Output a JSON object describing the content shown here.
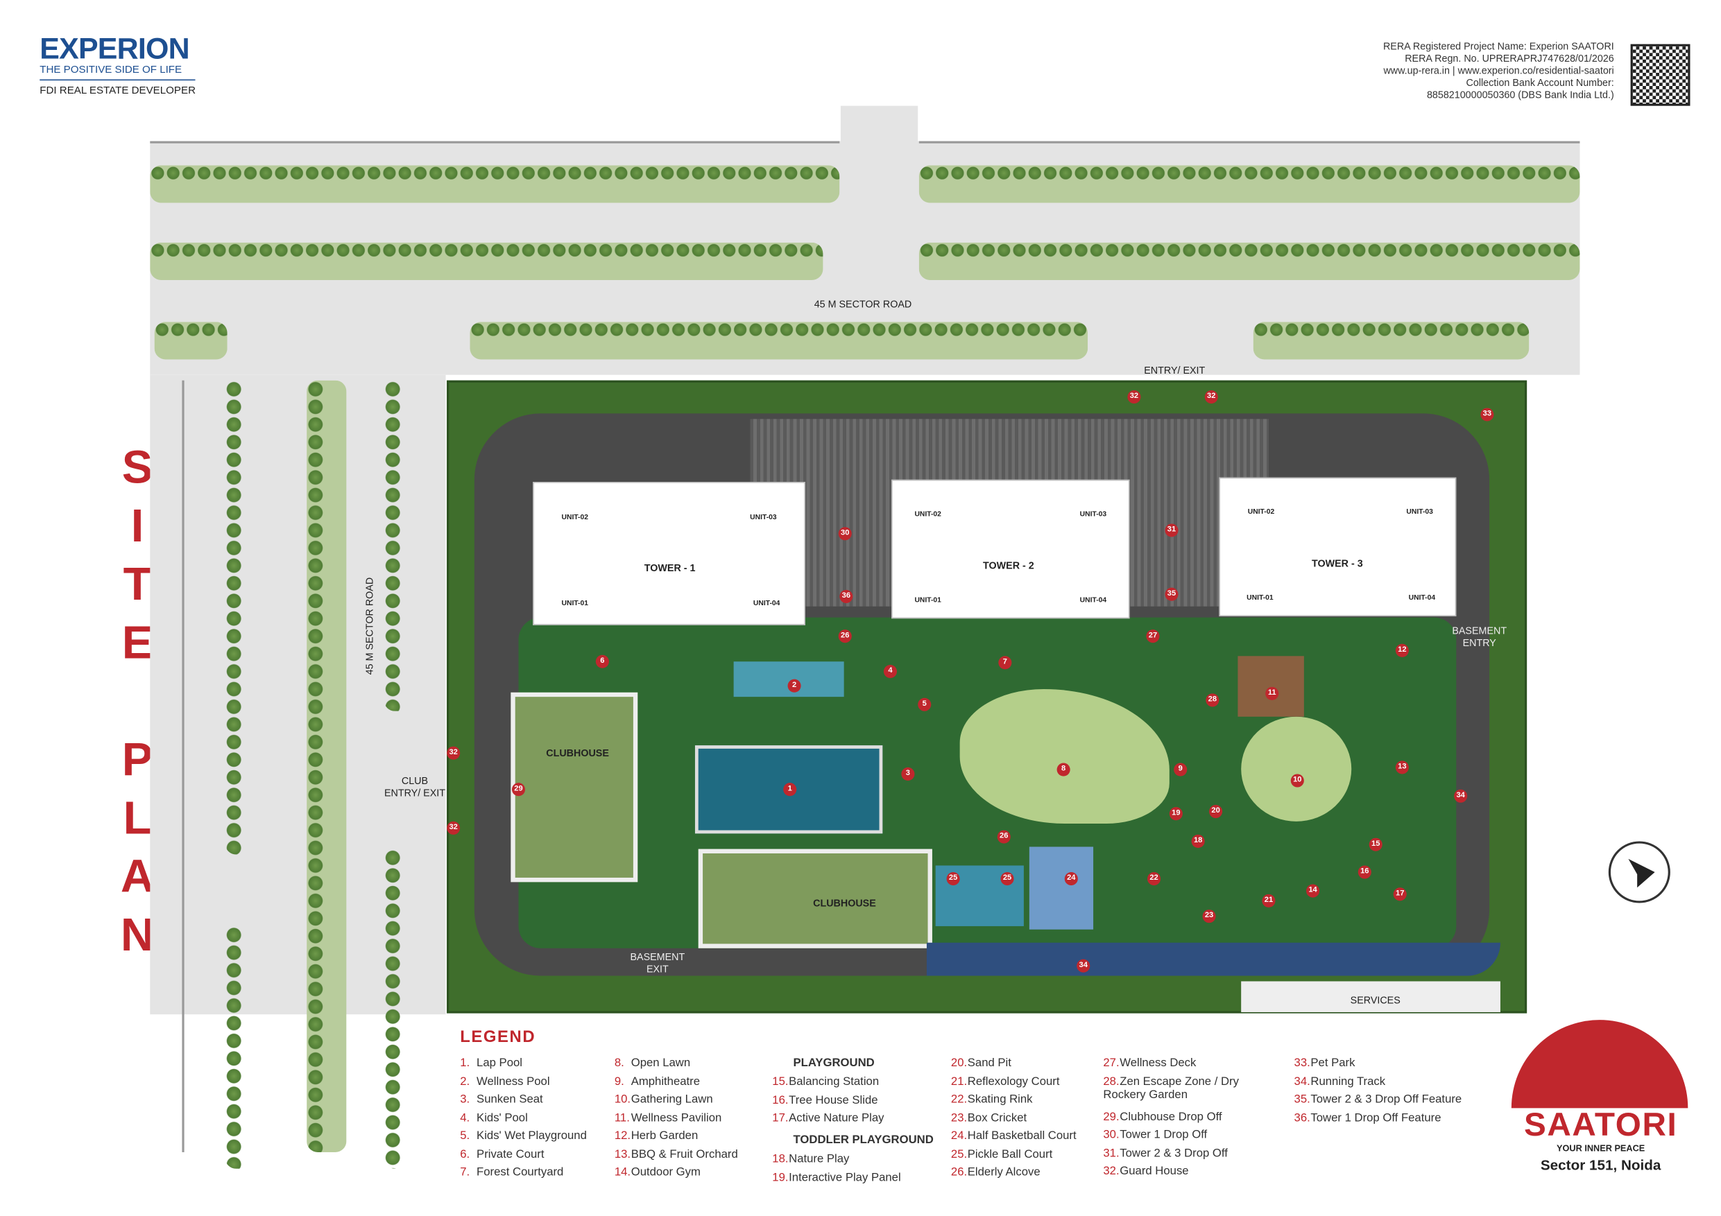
{
  "brand": {
    "name": "EXPERION",
    "tagline": "THE POSITIVE SIDE OF LIFE",
    "subtitle": "FDI REAL ESTATE DEVELOPER"
  },
  "rera": [
    "RERA Registered Project Name: Experion SAATORI",
    "RERA Regn. No. UPRERAPRJ747628/01/2026",
    "www.up-rera.in | www.experion.co/residential-saatori",
    "Collection Bank Account Number:",
    "8858210000050360 (DBS Bank India Ltd.)"
  ],
  "title": "SITE PLAN",
  "labels": {
    "road_top": "45 M SECTOR ROAD",
    "road_left": "45 M SECTOR ROAD",
    "entry_exit": "ENTRY/ EXIT",
    "club_entry": "CLUB ENTRY/ EXIT",
    "basement_exit": "BASEMENT EXIT",
    "basement_entry": "BASEMENT ENTRY",
    "services": "SERVICES",
    "clubhouse1": "CLUBHOUSE",
    "clubhouse2": "CLUBHOUSE"
  },
  "towers": [
    {
      "name": "TOWER - 1",
      "units": [
        "UNIT-02",
        "UNIT-03",
        "UNIT-01",
        "UNIT-04"
      ]
    },
    {
      "name": "TOWER - 2",
      "units": [
        "UNIT-02",
        "UNIT-03",
        "UNIT-01",
        "UNIT-04"
      ]
    },
    {
      "name": "TOWER - 3",
      "units": [
        "UNIT-02",
        "UNIT-03",
        "UNIT-01",
        "UNIT-04"
      ]
    }
  ],
  "markers": [
    "1",
    "2",
    "3",
    "4",
    "5",
    "6",
    "7",
    "8",
    "9",
    "10",
    "11",
    "12",
    "13",
    "14",
    "15",
    "16",
    "17",
    "18",
    "19",
    "20",
    "21",
    "22",
    "23",
    "24",
    "25",
    "25",
    "26",
    "26",
    "27",
    "28",
    "29",
    "30",
    "31",
    "32",
    "32",
    "32",
    "32",
    "33",
    "34",
    "34",
    "35",
    "36"
  ],
  "legend": {
    "title": "LEGEND",
    "playground": "PLAYGROUND",
    "toddler": "TODDLER PLAYGROUND",
    "items": [
      [
        "1.",
        "Lap Pool"
      ],
      [
        "2.",
        "Wellness Pool"
      ],
      [
        "3.",
        "Sunken Seat"
      ],
      [
        "4.",
        "Kids' Pool"
      ],
      [
        "5.",
        "Kids' Wet Playground"
      ],
      [
        "6.",
        "Private Court"
      ],
      [
        "7.",
        "Forest Courtyard"
      ],
      [
        "8.",
        "Open Lawn"
      ],
      [
        "9.",
        "Amphitheatre"
      ],
      [
        "10.",
        "Gathering Lawn"
      ],
      [
        "11.",
        "Wellness Pavilion"
      ],
      [
        "12.",
        "Herb Garden"
      ],
      [
        "13.",
        "BBQ & Fruit Orchard"
      ],
      [
        "14.",
        "Outdoor Gym"
      ],
      [
        "15.",
        "Balancing Station"
      ],
      [
        "16.",
        "Tree House Slide"
      ],
      [
        "17.",
        "Active Nature Play"
      ],
      [
        "18.",
        "Nature Play"
      ],
      [
        "19.",
        "Interactive Play Panel"
      ],
      [
        "20.",
        "Sand Pit"
      ],
      [
        "21.",
        "Reflexology Court"
      ],
      [
        "22.",
        "Skating Rink"
      ],
      [
        "23.",
        "Box Cricket"
      ],
      [
        "24.",
        "Half Basketball Court"
      ],
      [
        "25.",
        "Pickle Ball Court"
      ],
      [
        "26.",
        "Elderly Alcove"
      ],
      [
        "27.",
        "Wellness Deck"
      ],
      [
        "28.",
        "Zen Escape Zone / Dry Rockery Garden"
      ],
      [
        "29.",
        "Clubhouse Drop Off"
      ],
      [
        "30.",
        "Tower 1 Drop Off"
      ],
      [
        "31.",
        "Tower 2 & 3 Drop Off"
      ],
      [
        "32.",
        "Guard House"
      ],
      [
        "33.",
        "Pet Park"
      ],
      [
        "34.",
        "Running Track"
      ],
      [
        "35.",
        "Tower 2 & 3 Drop Off Feature"
      ],
      [
        "36.",
        "Tower 1 Drop Off Feature"
      ]
    ]
  },
  "saatori": {
    "name": "SAATORI",
    "tagline": "YOUR INNER PEACE",
    "location": "Sector 151, Noida"
  },
  "colors": {
    "accent": "#c0272d",
    "brand": "#1d4f91",
    "green": "#4f7c34"
  }
}
